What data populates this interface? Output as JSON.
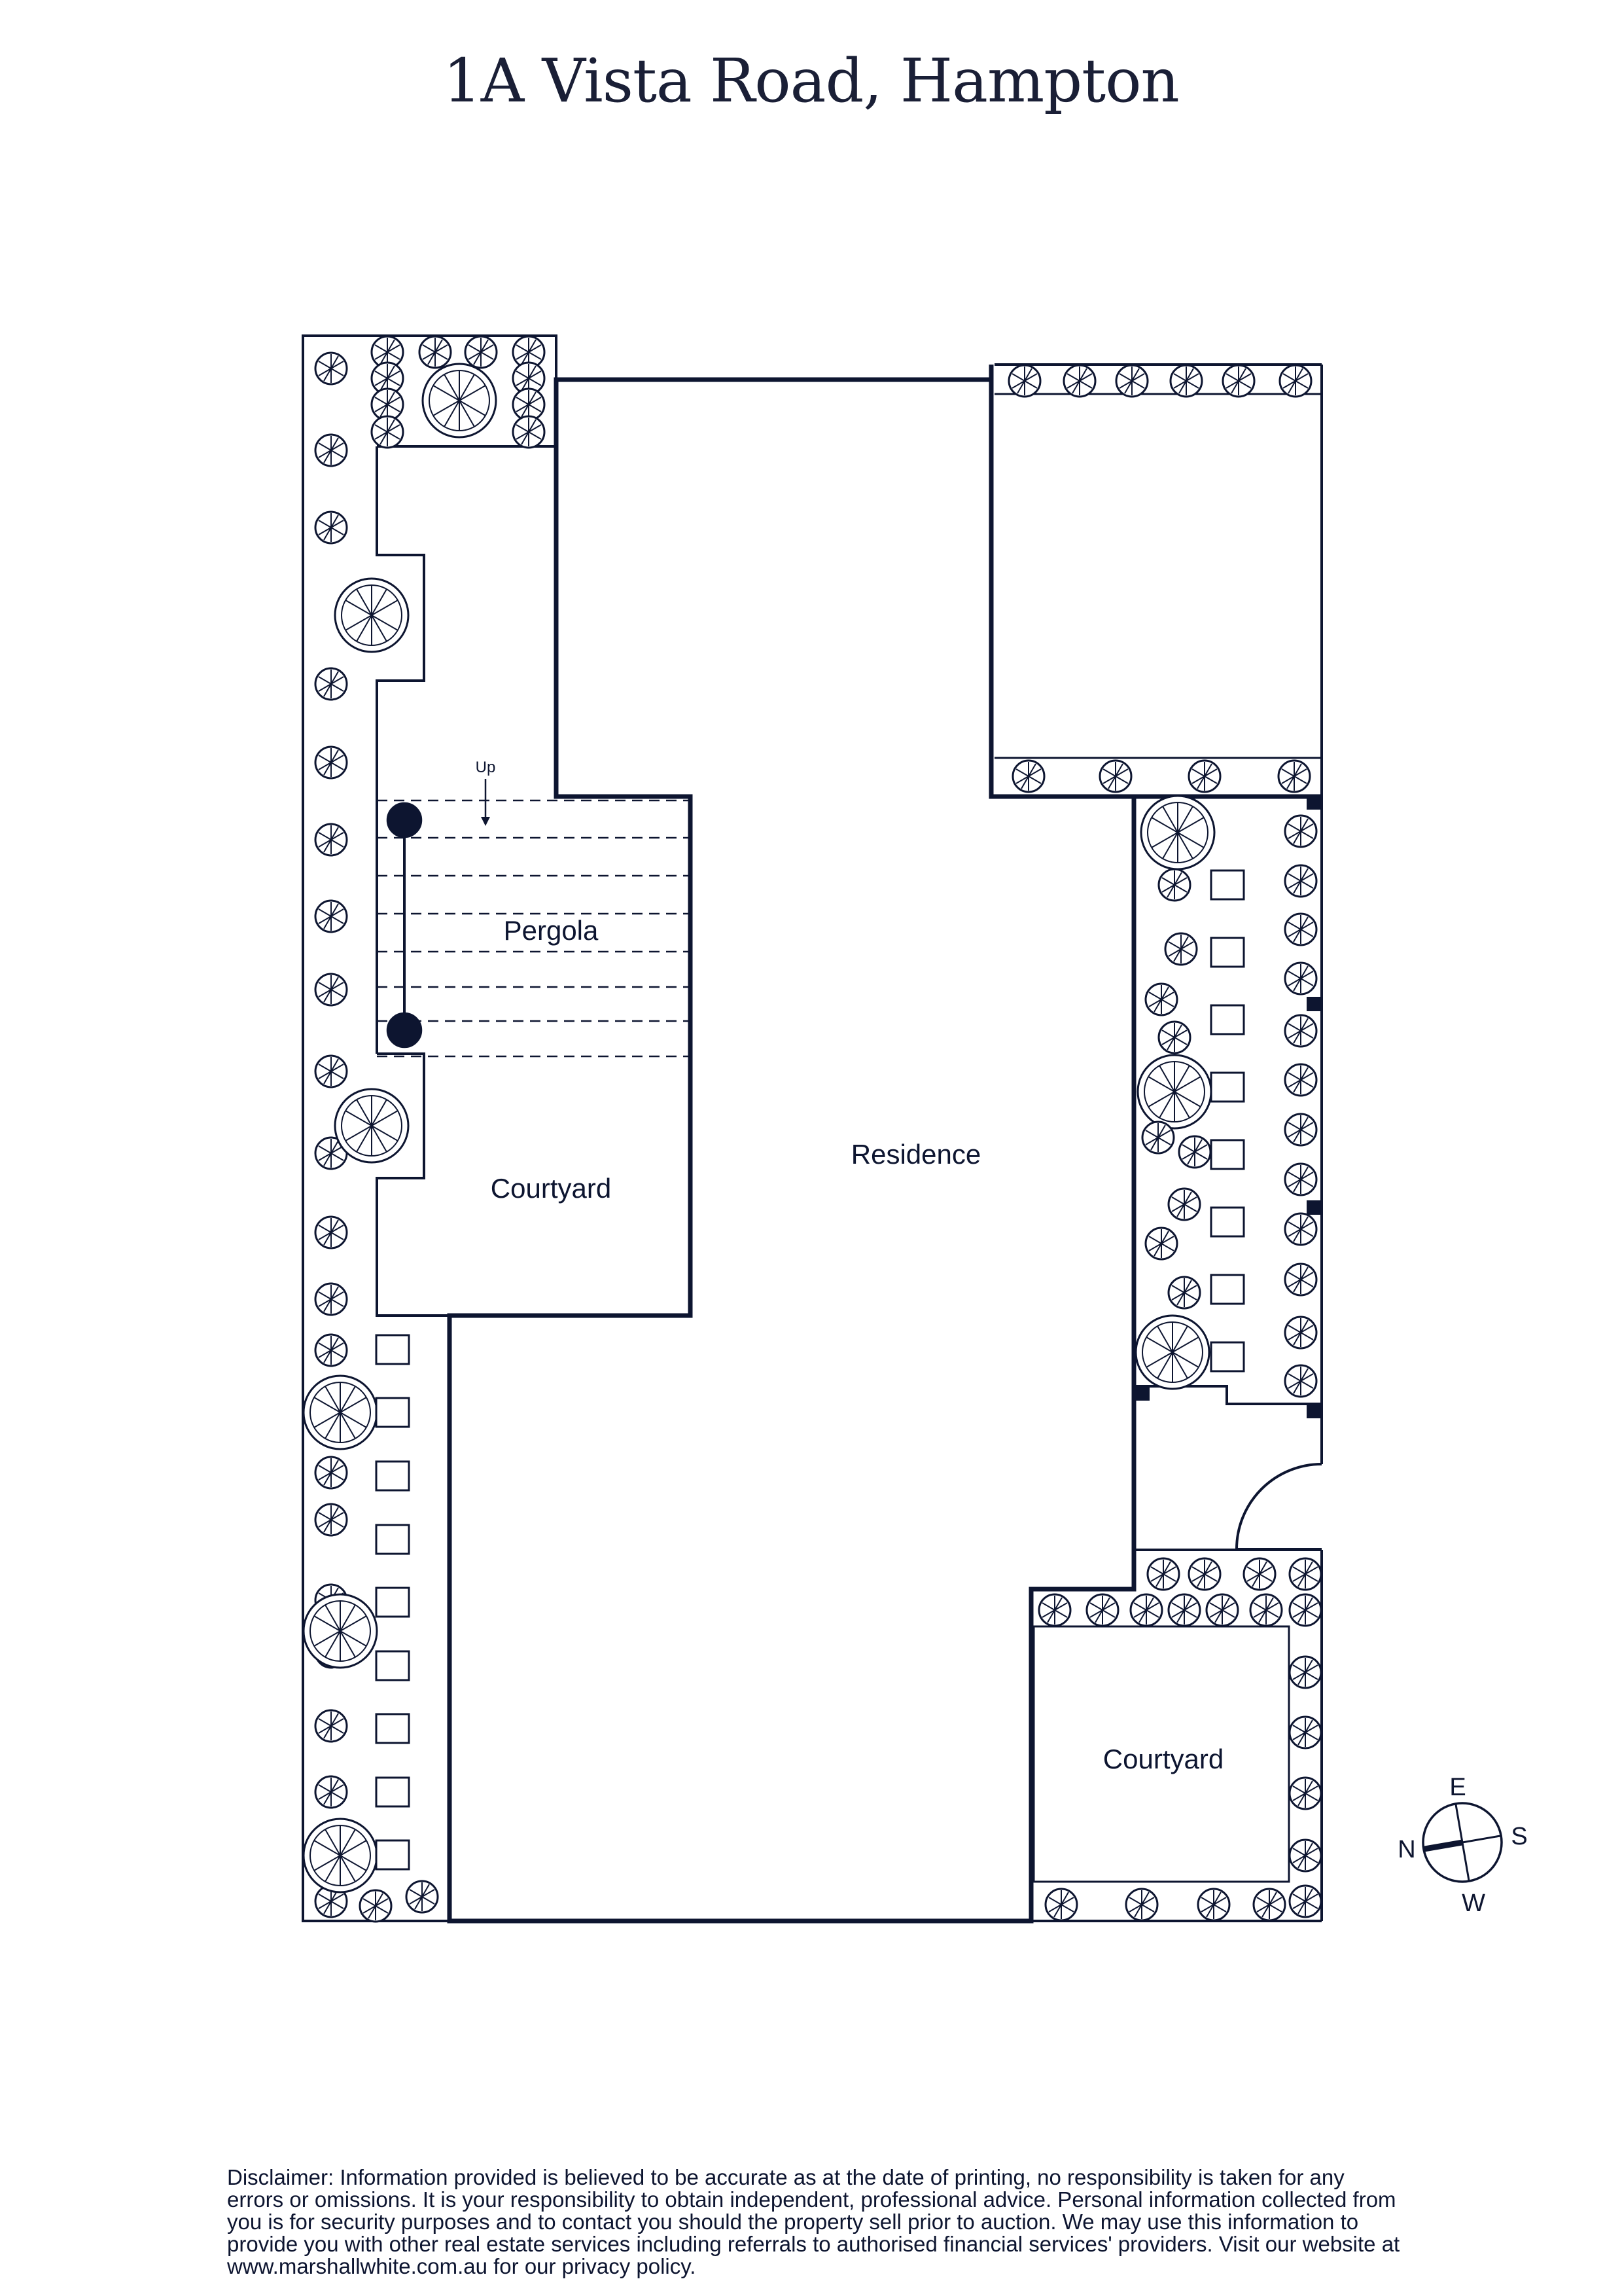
{
  "title": "1A Vista Road, Hampton",
  "labels": {
    "pergola": "Pergola",
    "courtyard_left": "Courtyard",
    "residence": "Residence",
    "courtyard_right": "Courtyard",
    "stairs_up": "Up"
  },
  "compass": {
    "north": "N",
    "east": "E",
    "south": "S",
    "west": "W"
  },
  "disclaimer": "Disclaimer: Information provided is believed to be accurate as at the date of printing, no responsibility is taken for any errors or omissions. It is your responsibility to obtain independent, professional advice. Personal information collected from you is for security purposes and to contact you should the property sell prior to auction. We may use this information to provide you with other real estate services including referrals to authorised financial services' providers. Visit our website at www.marshallwhite.com.au for our privacy policy.",
  "colors": {
    "line": "#0d1530"
  }
}
